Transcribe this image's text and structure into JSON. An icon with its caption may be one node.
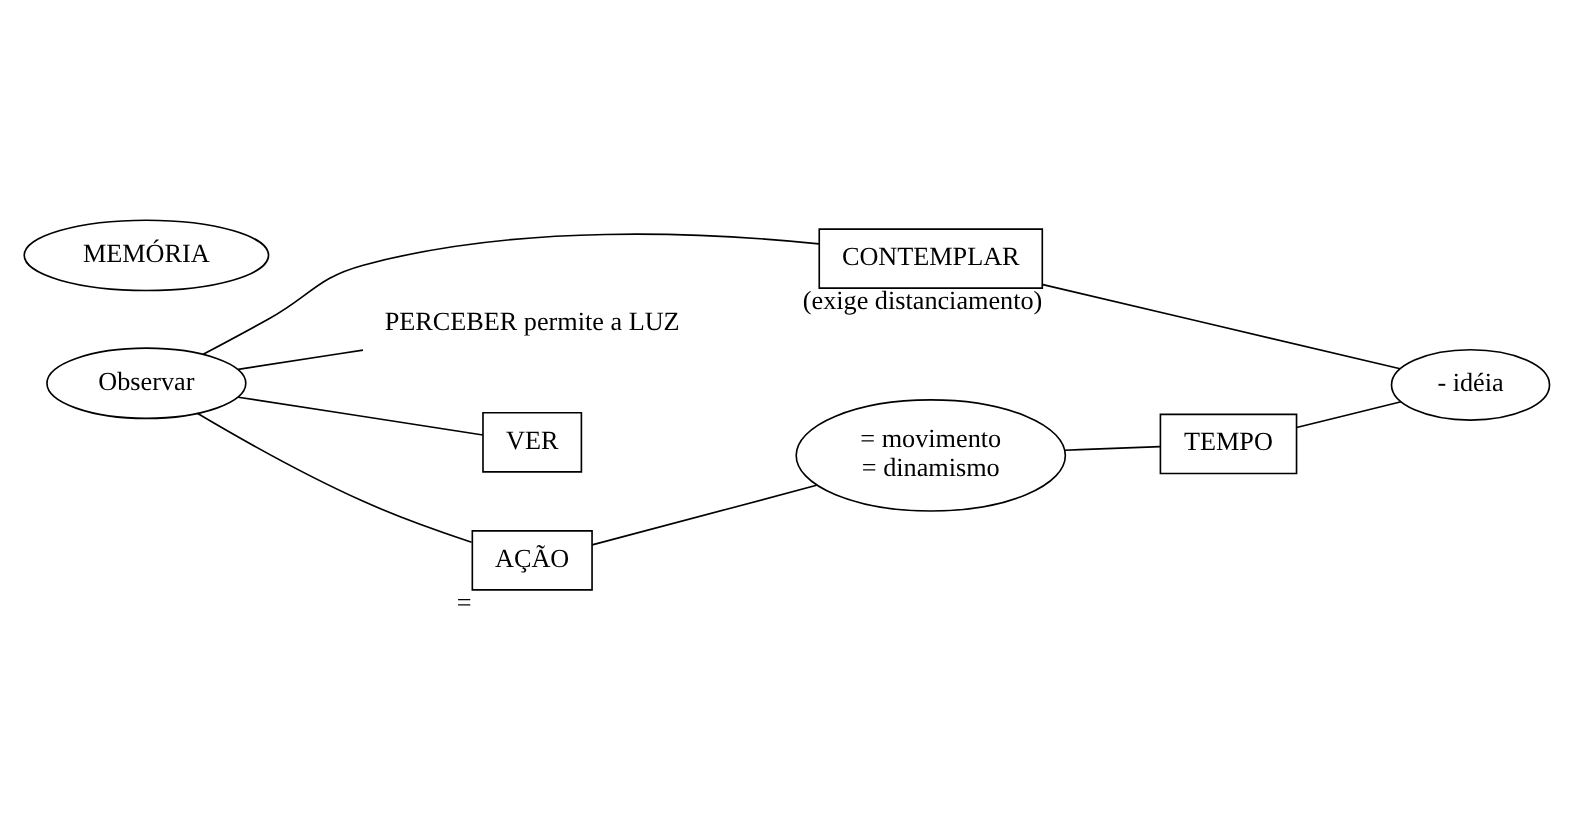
{
  "diagram": {
    "nodes": [
      {
        "text": [
          "Observar"
        ]
      },
      {
        "text": [
          "CONTEMPLAR"
        ],
        "beside": [
          "(exige distanciamento)"
        ]
      },
      {
        "text": [
          "PERCEBER permite a LUZ"
        ]
      },
      {
        "text": [
          "- idéia"
        ]
      },
      {
        "text": [
          "VER"
        ]
      },
      {
        "text": [
          "AÇÃO"
        ],
        "beside": [
          "="
        ]
      },
      {
        "text": [
          "= movimento = dinamismo"
        ]
      },
      {
        "text": [
          "TEMPO"
        ]
      },
      {
        "text": [
          "MEMÓRIA"
        ]
      }
    ],
    "edges": [
      {
        "from": 0,
        "to": 1,
        "arrow": "none"
      },
      {
        "from": 0,
        "to": 2,
        "arrow": "none"
      },
      {
        "from": 0,
        "to": 4,
        "arrow": "none"
      },
      {
        "from": 1,
        "to": 3,
        "arrow": "none"
      },
      {
        "from": 0,
        "to": 5,
        "arrow": "none"
      },
      {
        "from": 5,
        "to": 6,
        "arrow": "none"
      },
      {
        "from": 6,
        "to": 7,
        "arrow": "none"
      },
      {
        "from": 7,
        "to": 3,
        "arrow": "none"
      }
    ]
  }
}
